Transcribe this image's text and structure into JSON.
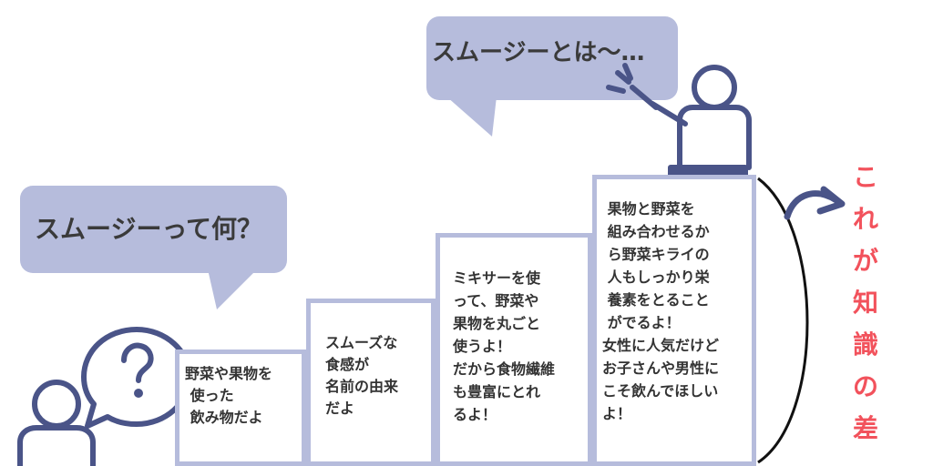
{
  "bubbles": {
    "question": "スムージーって何？",
    "teacher": "スムージーとは～…"
  },
  "steps": [
    "野菜や果物を\n 使った\n 飲み物だよ",
    "スムーズな\n食感が\n名前の由来\nだよ",
    "ミキサーを使\nって、野菜や\n果物を丸ごと\n使うよ！\nだから食物繊維\nも豊富にとれ\nるよ！",
    " 果物と野菜を\n 組み合わせるか\n ら野菜キライの\n 人もしっかり栄\n 養素をとること\n がでるよ！\n女性に人気だけど\nお子さんや男性に\nこそ飲んでほしい\nよ！"
  ],
  "side_label": "これが知識の差",
  "colors": {
    "bubble": "#b6bcdc",
    "figure_stroke": "#4a5488",
    "accent_red": "#f2525c",
    "arrow": "#4a5488"
  },
  "icons": [
    "question-person-icon",
    "teacher-icon",
    "curved-arrow-icon"
  ]
}
